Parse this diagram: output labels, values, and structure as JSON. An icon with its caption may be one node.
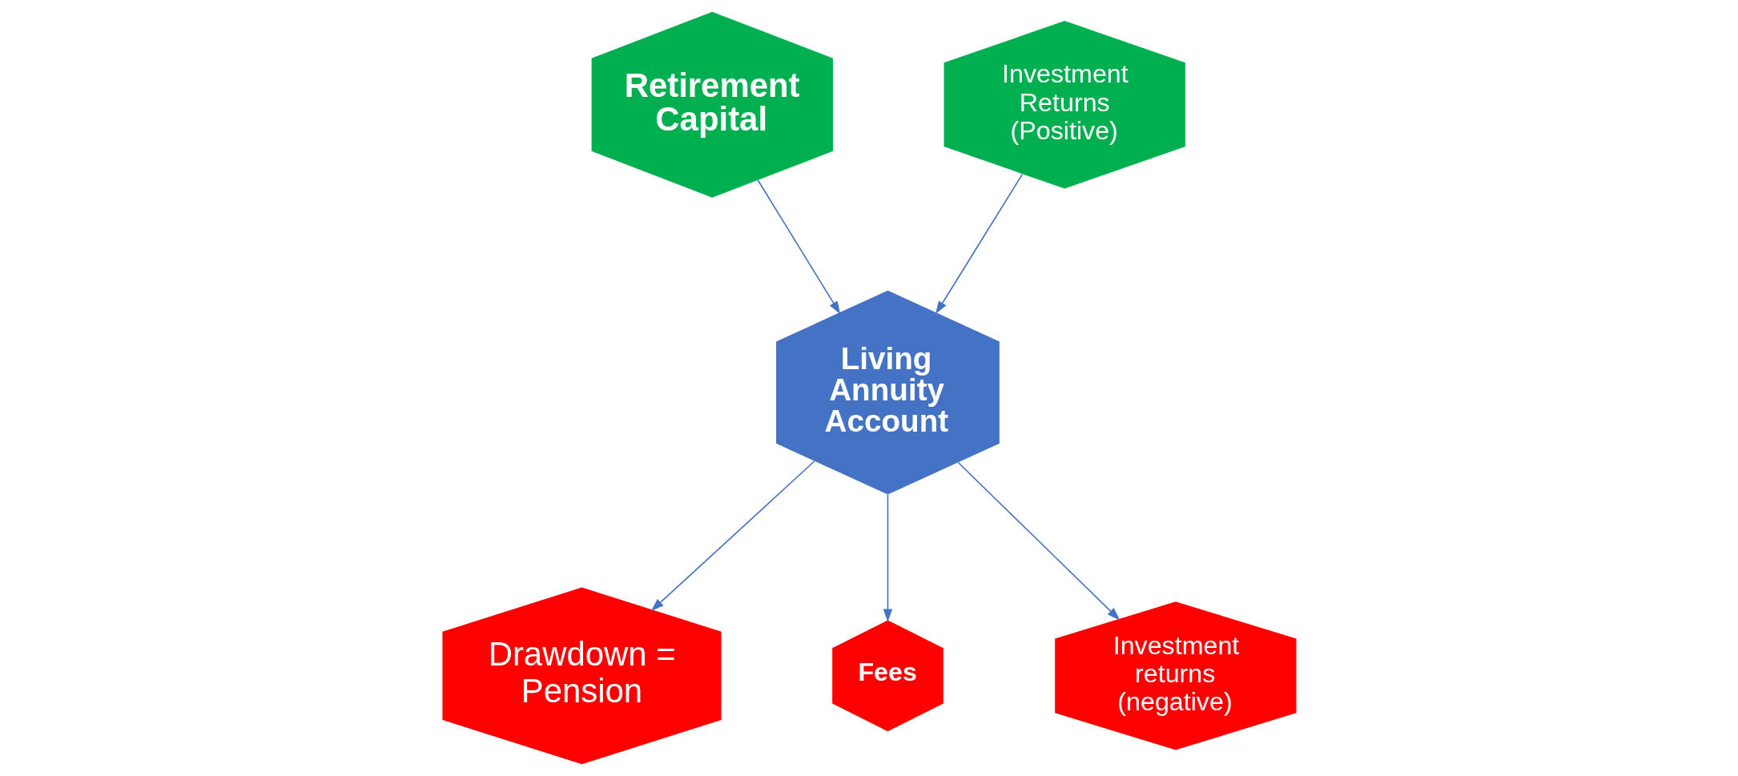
{
  "diagram": {
    "nodes": [
      {
        "text": [
          "Retirement Capital"
        ]
      },
      {
        "text": [
          "Investment Returns (Positive)"
        ]
      },
      {
        "text": [
          "Living Annuity Account"
        ]
      },
      {
        "text": [
          "Drawdown = Pension"
        ]
      },
      {
        "text": [
          "Fees"
        ]
      },
      {
        "text": [
          "Investment returns (negative)"
        ]
      }
    ],
    "edges": [
      {
        "from": 0,
        "to": 2,
        "arrow": "to"
      },
      {
        "from": 1,
        "to": 2,
        "arrow": "to"
      },
      {
        "from": 2,
        "to": 3,
        "arrow": "to"
      },
      {
        "from": 2,
        "to": 4,
        "arrow": "to"
      },
      {
        "from": 2,
        "to": 5,
        "arrow": "to"
      }
    ]
  }
}
